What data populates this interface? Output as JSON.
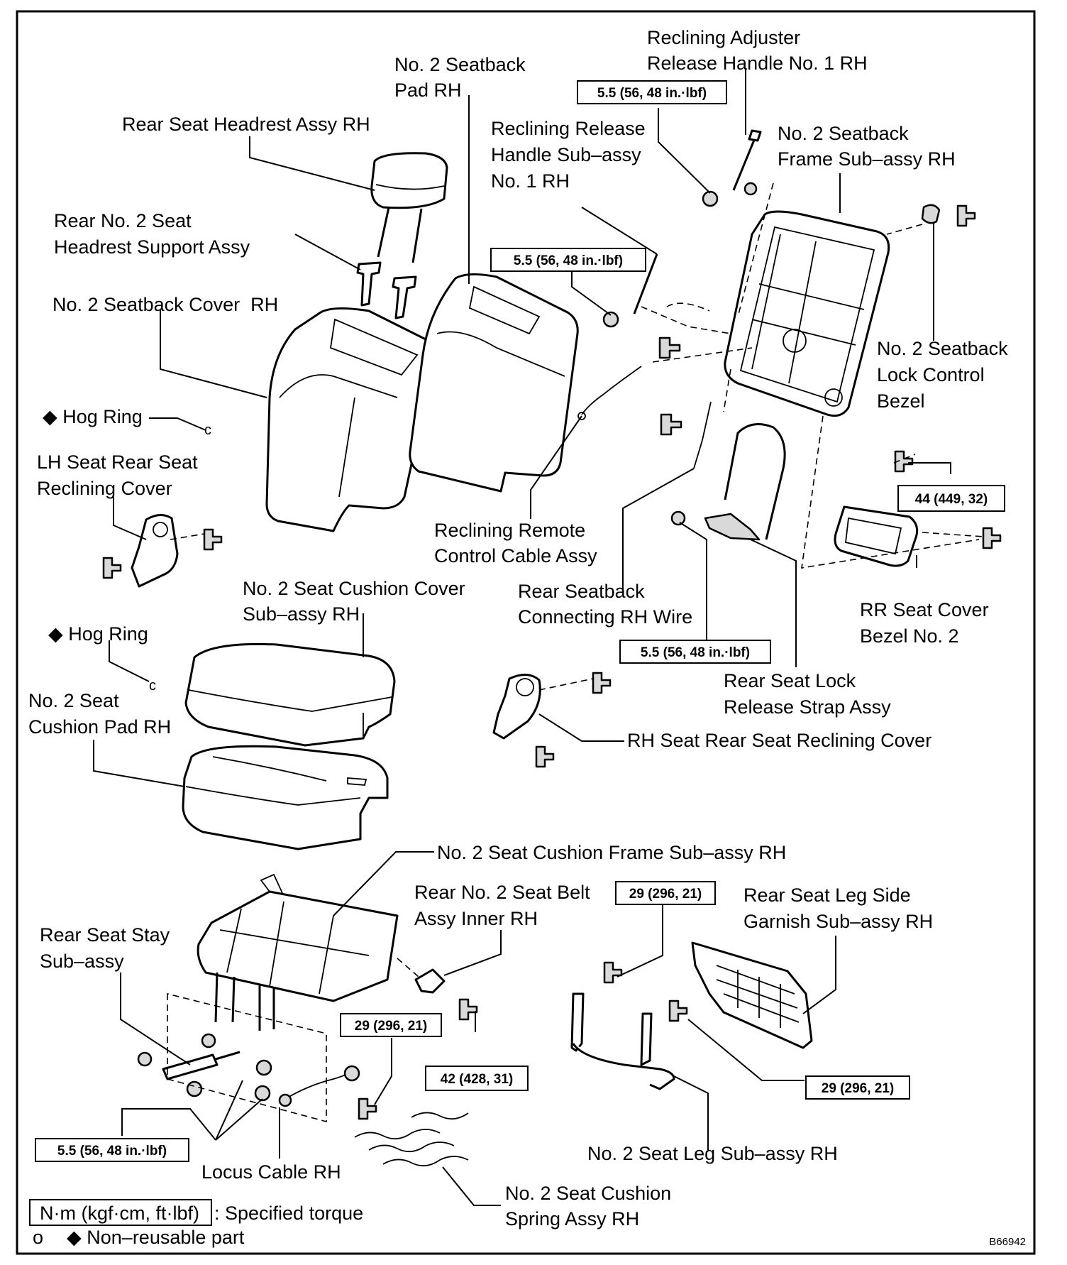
{
  "labels": {
    "reclining_adjuster_handle": [
      "Reclining Adjuster",
      "Release Handle No. 1 RH"
    ],
    "seatback_pad": [
      "No. 2 Seatback",
      "Pad RH"
    ],
    "headrest_assy": [
      "Rear Seat Headrest Assy RH"
    ],
    "reclining_release_handle": [
      "Reclining Release",
      "Handle Sub–assy",
      "No. 1 RH"
    ],
    "seatback_frame": [
      "No. 2 Seatback",
      "Frame Sub–assy RH"
    ],
    "headrest_support": [
      "Rear No. 2 Seat",
      "Headrest Support Assy"
    ],
    "seatback_cover": [
      "No. 2 Seatback Cover  RH"
    ],
    "lock_control_bezel": [
      "No. 2 Seatback",
      "Lock Control",
      "Bezel"
    ],
    "hog_ring_1": [
      "◆ Hog Ring"
    ],
    "lh_reclining_cover": [
      "LH Seat Rear Seat",
      "Reclining Cover"
    ],
    "remote_cable": [
      "Reclining Remote",
      "Control Cable Assy"
    ],
    "cushion_cover": [
      "No. 2 Seat Cushion Cover",
      "Sub–assy RH"
    ],
    "connecting_wire": [
      "Rear Seatback",
      "Connecting RH Wire"
    ],
    "rr_seat_cover_bezel": [
      "RR Seat Cover",
      "Bezel No. 2"
    ],
    "hog_ring_2": [
      "◆ Hog Ring"
    ],
    "lock_release_strap": [
      "Rear Seat Lock",
      "Release Strap Assy"
    ],
    "cushion_pad": [
      "No. 2 Seat",
      "Cushion Pad RH"
    ],
    "rh_reclining_cover": [
      "RH Seat Rear Seat Reclining Cover"
    ],
    "cushion_frame": [
      "No. 2 Seat Cushion Frame Sub–assy RH"
    ],
    "seat_belt": [
      "Rear No. 2 Seat Belt",
      "Assy Inner RH"
    ],
    "leg_side_garnish": [
      "Rear Seat Leg Side",
      "Garnish Sub–assy RH"
    ],
    "seat_stay": [
      "Rear Seat Stay",
      "Sub–assy"
    ],
    "seat_leg": [
      "No. 2 Seat Leg Sub–assy RH"
    ],
    "locus_cable": [
      "Locus Cable RH"
    ],
    "cushion_spring": [
      "No. 2 Seat Cushion",
      "Spring Assy RH"
    ]
  },
  "torques": {
    "t_adjuster": "5.5 (56, 48 in.·lbf)",
    "t_release_handle": "5.5 (56, 48 in.·lbf)",
    "t_frame_44": "44 (449, 32)",
    "t_wire": "5.5 (56, 48 in.·lbf)",
    "t_leg_top": "29 (296, 21)",
    "t_belt": "29 (296, 21)",
    "t_belt_42": "42 (428, 31)",
    "t_garnish": "29 (296, 21)",
    "t_stay": "5.5 (56, 48 in.·lbf)"
  },
  "legend": {
    "unit_box": "N·m (kgf·cm, ft·lbf)",
    "unit_desc": ": Specified torque",
    "mark_circle": "o",
    "mark_desc": "◆ Non–reusable part"
  },
  "figure_code": "B66942"
}
